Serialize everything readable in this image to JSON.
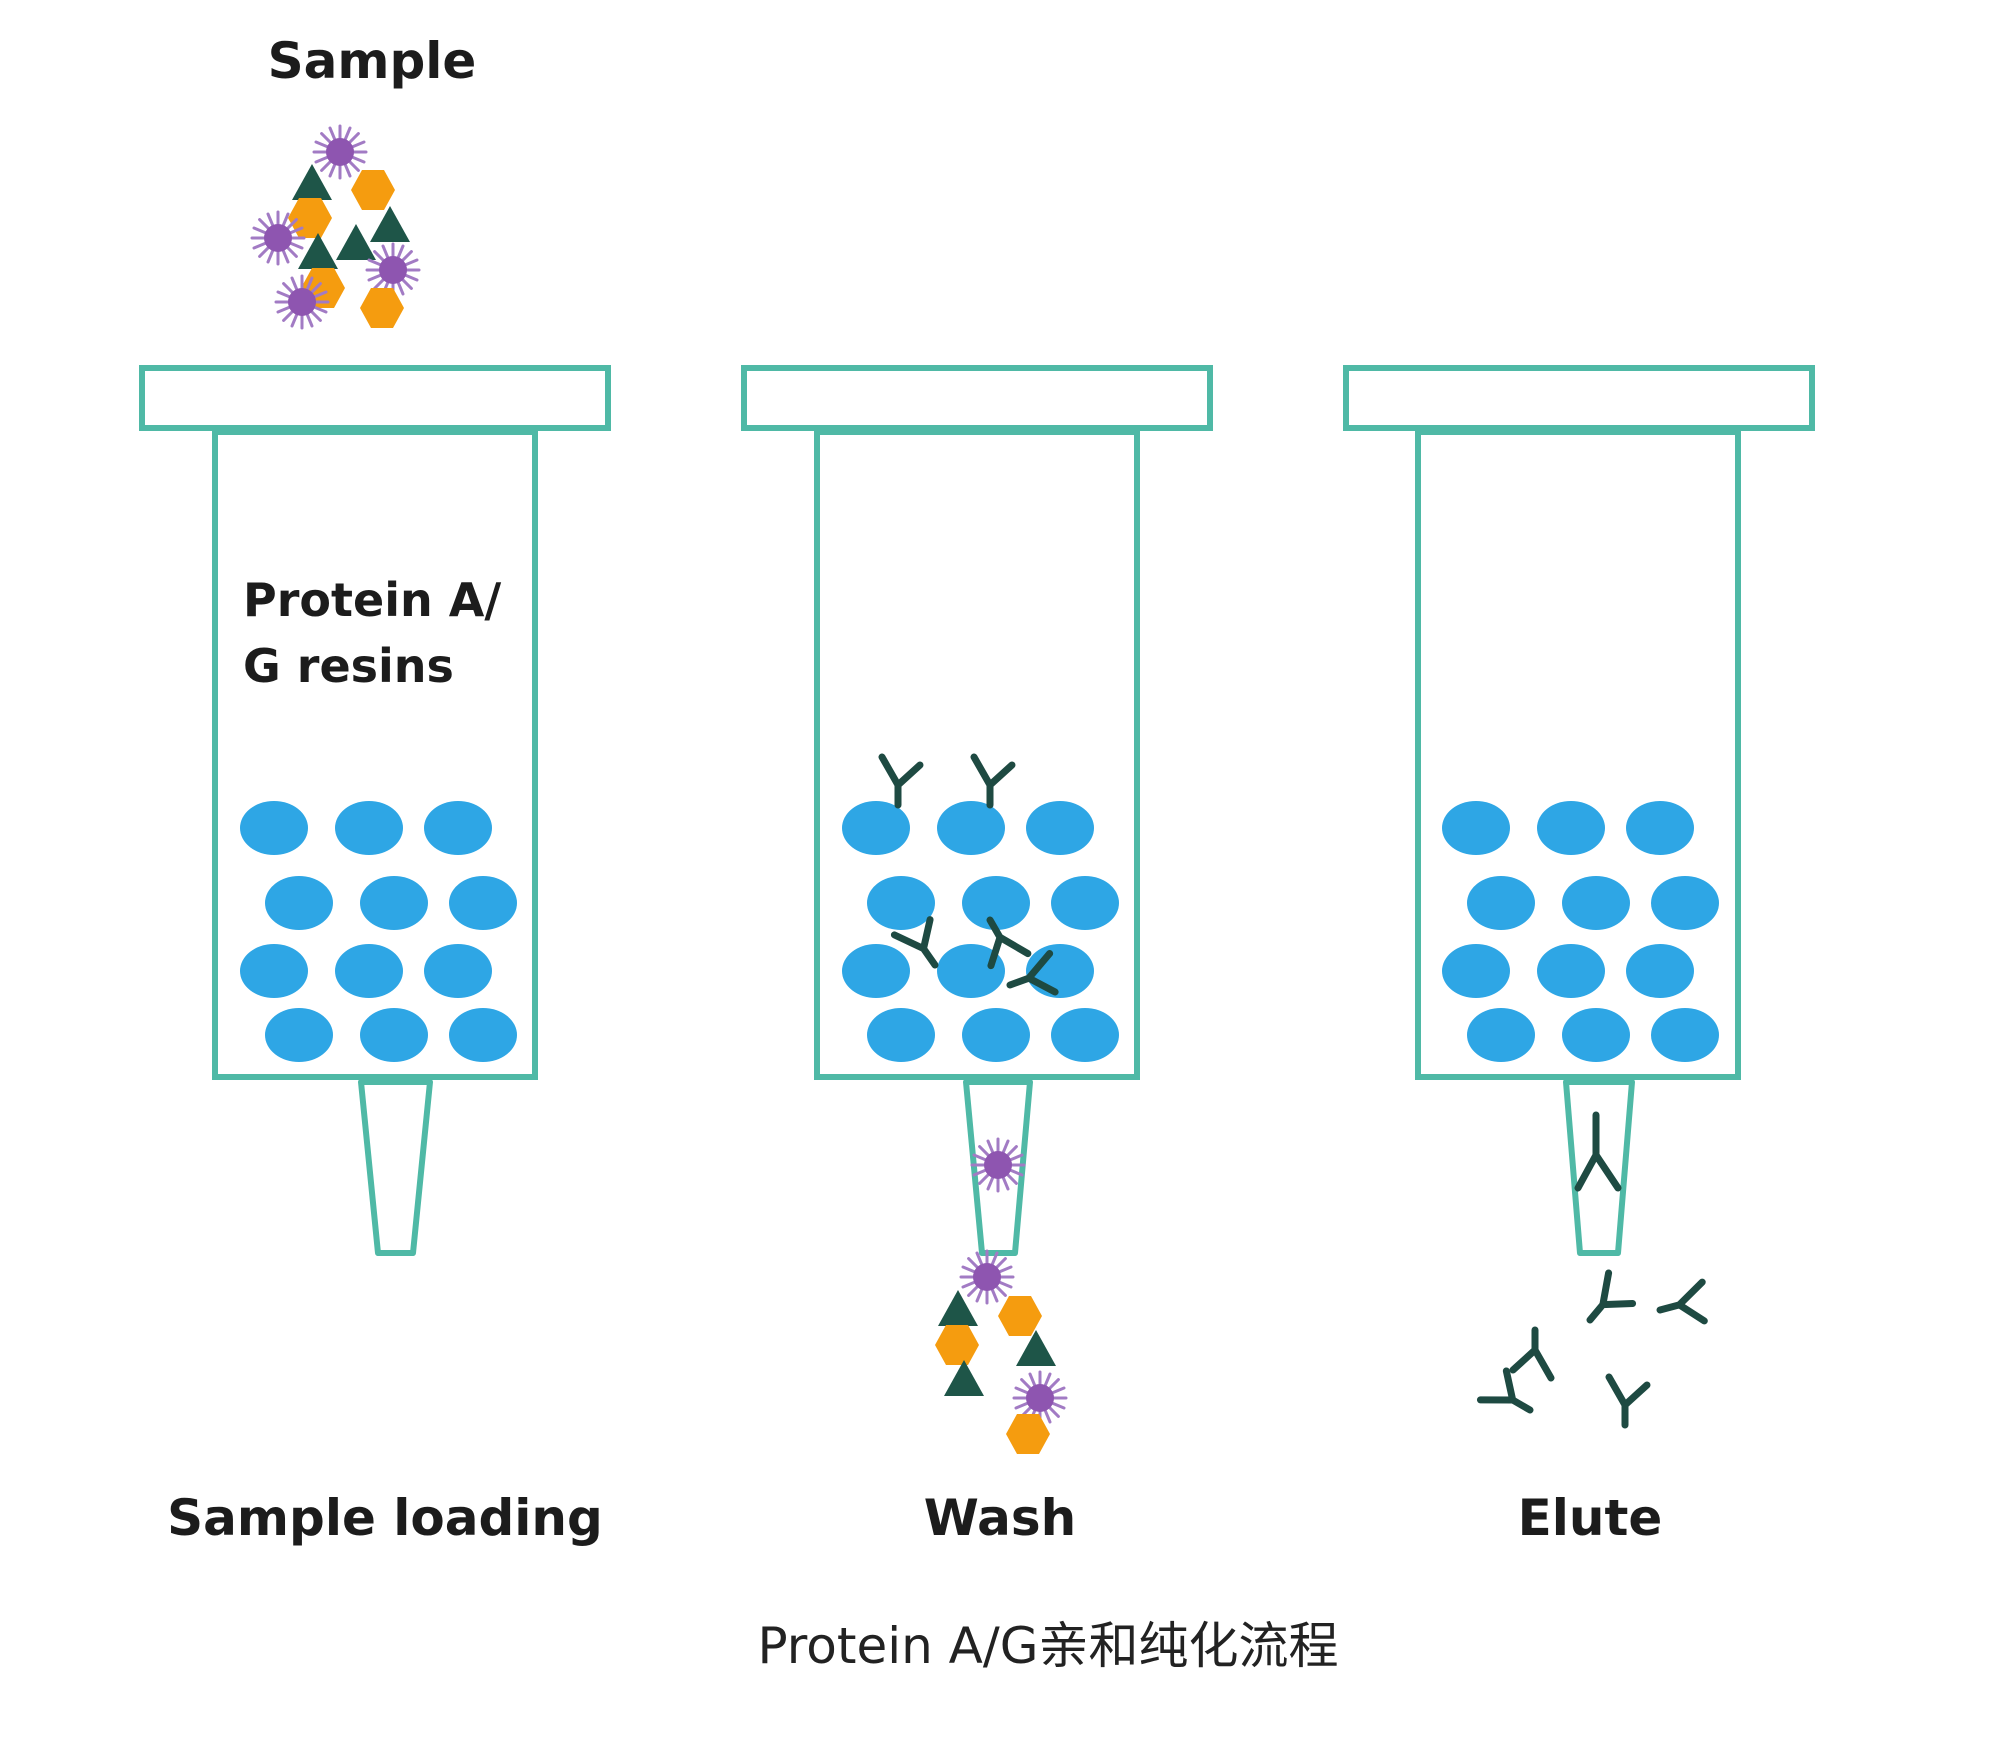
{
  "labels": {
    "sample": "Sample",
    "resin_line1": "Protein A/",
    "resin_line2": "G resins",
    "step1": "Sample loading",
    "step2": "Wash",
    "step3": "Elute",
    "caption": "Protein A/G亲和纯化流程"
  },
  "colors": {
    "column_outline": "#4fb9a6",
    "resin_bead": "#2ea6e5",
    "virus_core": "#8e55b0",
    "virus_spikes": "#a27bc4",
    "hexagon": "#f59c0f",
    "triangle": "#1e5548",
    "antibody": "#1e4a42",
    "text": "#1c1c1c"
  },
  "icons": [
    "virus-icon",
    "hexagon-icon",
    "triangle-icon",
    "antibody-icon",
    "resin-bead-icon"
  ]
}
